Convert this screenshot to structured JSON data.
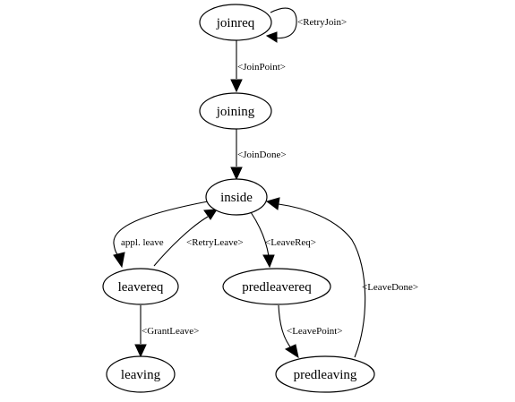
{
  "nodes": {
    "joinreq": "joinreq",
    "joining": "joining",
    "inside": "inside",
    "leavereq": "leavereq",
    "predleavereq": "predleavereq",
    "leaving": "leaving",
    "predleaving": "predleaving"
  },
  "edges": {
    "retry_join": "<RetryJoin>",
    "join_point": "<JoinPoint>",
    "join_done": "<JoinDone>",
    "appl_leave": "appl. leave",
    "retry_leave": "<RetryLeave>",
    "leave_req": "<LeaveReq>",
    "leave_done": "<LeaveDone>",
    "grant_leave": "<GrantLeave>",
    "leave_point": "<LeavePoint>"
  }
}
